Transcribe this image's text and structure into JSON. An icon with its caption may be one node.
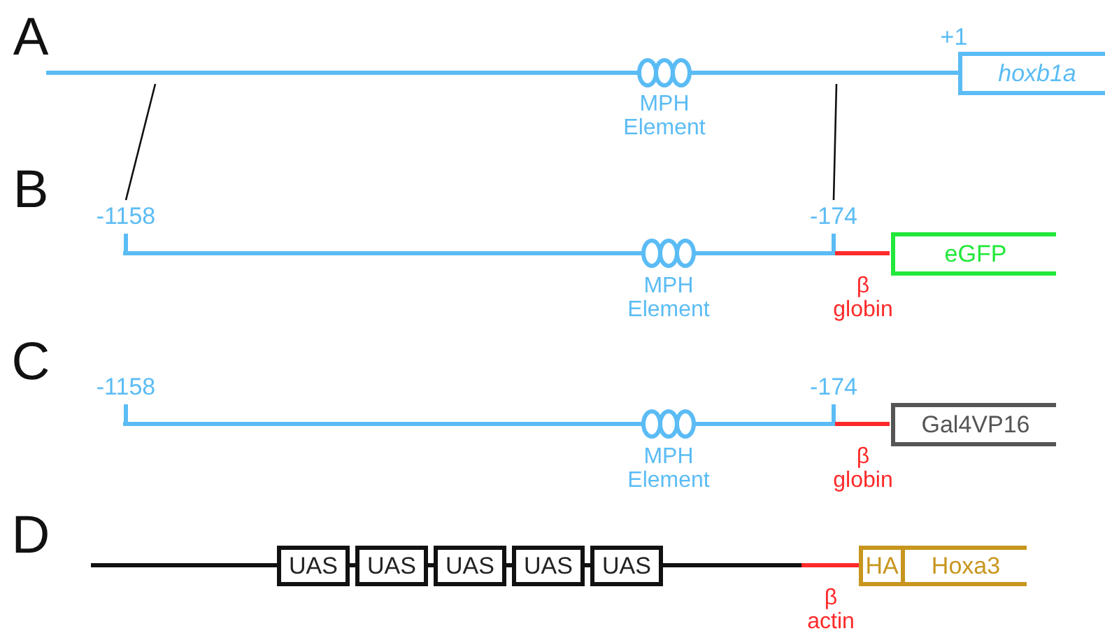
{
  "diagram": {
    "nodes": [
      {
        "text": [
          "hoxb1a"
        ]
      },
      {
        "text": [
          "eGFP"
        ]
      },
      {
        "text": [
          "Gal4VP16"
        ]
      },
      {
        "text": [
          "UAS"
        ]
      },
      {
        "text": [
          "UAS"
        ]
      },
      {
        "text": [
          "UAS"
        ]
      },
      {
        "text": [
          "UAS"
        ]
      },
      {
        "text": [
          "UAS"
        ]
      },
      {
        "text": [
          "HA"
        ]
      },
      {
        "text": [
          "Hoxa3"
        ]
      }
    ],
    "edges": [],
    "labels": [
      "A",
      "+1",
      "MPH Element",
      "B",
      "-1158",
      "-174",
      "MPH Element",
      "β globin",
      "C",
      "-1158",
      "-174",
      "MPH Element",
      "β globin",
      "D",
      "β actin"
    ]
  }
}
